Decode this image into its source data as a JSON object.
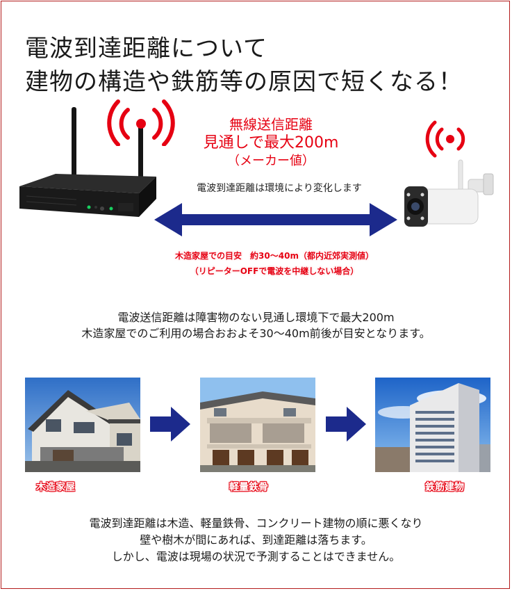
{
  "headline": {
    "line1": "電波到達距離について",
    "line2": "建物の構造や鉄筋等の原因で短くなる！"
  },
  "range_info": {
    "heading_line1": "無線送信距離",
    "heading_line2": "見通しで最大200m",
    "heading_line3": "（メーカー値）",
    "caption": "電波到達距離は環境により変化します",
    "wood_estimate": "木造家屋での目安　約30～40m（都内近郊実測値）",
    "repeater_note": "（リピーターOFFで電波を中継しない場合）"
  },
  "explanation": {
    "line1": "電波送信距離は障害物のない見通し環境下で最大200m",
    "line2": "木造家屋でのご利用の場合おおよそ30～40m前後が目安となります。"
  },
  "buildings": [
    {
      "label": "木造家屋"
    },
    {
      "label": "軽量鉄骨"
    },
    {
      "label": "鉄筋建物"
    }
  ],
  "footer": {
    "line1": "電波到達距離は木造、軽量鉄骨、コンクリート建物の順に悪くなり",
    "line2": "壁や樹木が間にあれば、到達距離は落ちます。",
    "line3": "しかし、電波は現場の状況で予測することはできません。"
  },
  "colors": {
    "accent_red": "#e60012",
    "arrow_navy": "#1c2a8c",
    "border": "#b31b1b"
  },
  "icons": [
    "signal-waves-icon",
    "double-arrow-icon",
    "right-arrow-icon"
  ]
}
